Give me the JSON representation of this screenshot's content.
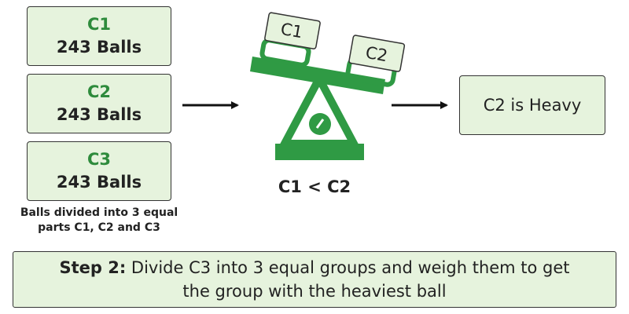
{
  "groups": [
    {
      "name": "C1",
      "count": "243 Balls"
    },
    {
      "name": "C2",
      "count": "243 Balls"
    },
    {
      "name": "C3",
      "count": "243 Balls"
    }
  ],
  "caption_line1": "Balls divided into 3 equal",
  "caption_line2": "parts C1, C2 and C3",
  "scale": {
    "left_pan_label": "C1",
    "right_pan_label": "C2",
    "comparison": "C1 < C2"
  },
  "result": "C2 is Heavy",
  "step": {
    "label": "Step 2:",
    "line1": "Divide C3 into 3 equal groups and weigh them to get",
    "line2": "the group with the heaviest ball"
  },
  "colors": {
    "scale_green": "#2f9a44",
    "box_fill": "#e6f3dd",
    "group_label_green": "#2e8b3c"
  }
}
